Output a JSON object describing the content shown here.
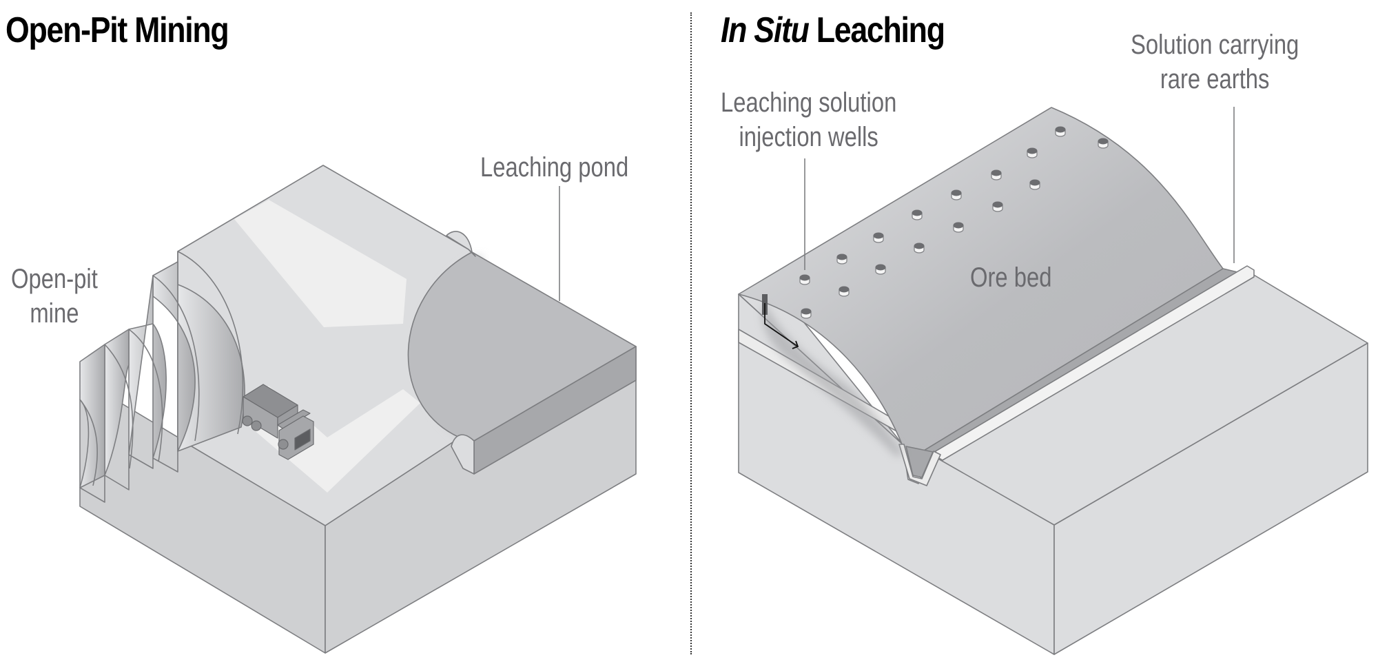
{
  "left_panel": {
    "title": "Open-Pit Mining",
    "labels": {
      "open_pit_mine_line1": "Open-pit",
      "open_pit_mine_line2": "mine",
      "leaching_pond": "Leaching pond"
    }
  },
  "right_panel": {
    "title_italic": "In Situ",
    "title_rest": " Leaching",
    "labels": {
      "injection_wells_line1": "Leaching solution",
      "injection_wells_line2": "injection wells",
      "solution_line1": "Solution carrying",
      "solution_line2": "rare earths",
      "ore_bed": "Ore bed"
    }
  },
  "colors": {
    "face_light": "#dcdddf",
    "face_mid": "#cfd0d2",
    "pond": "#bcbdc0",
    "pond_side": "#a7a8ab",
    "road": "#efefef",
    "stroke": "#7d7e81",
    "label_text": "#6a6a6e"
  }
}
